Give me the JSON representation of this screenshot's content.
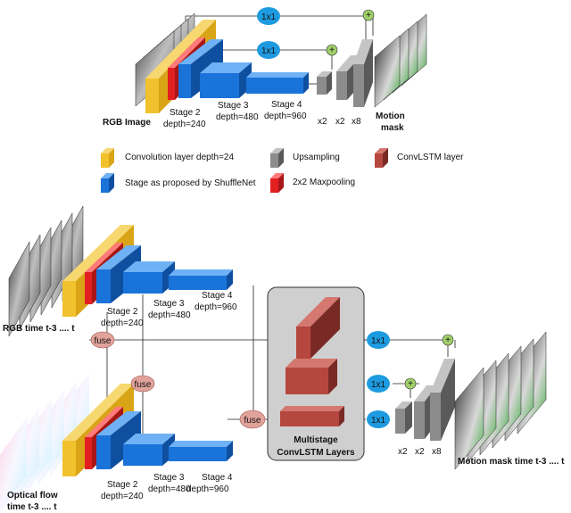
{
  "top": {
    "input_label": "RGB Image",
    "output_label": [
      "Motion",
      "mask"
    ],
    "stages": [
      {
        "name": "Stage 2",
        "depth": "depth=240"
      },
      {
        "name": "Stage 3",
        "depth": "depth=480"
      },
      {
        "name": "Stage 4",
        "depth": "depth=960"
      }
    ],
    "skip_labels": [
      "1x1",
      "1x1"
    ],
    "upsample_labels": [
      "x2",
      "x2",
      "x8"
    ],
    "plus": "+"
  },
  "legend": {
    "conv": "Convolution layer depth=24",
    "upsampling": "Upsampling",
    "convlstm": "ConvLSTM layer",
    "stage": "Stage as proposed by ShuffleNet",
    "maxpool": "2x2 Maxpooling"
  },
  "bottom": {
    "rgb_label": "RGB time t-3 .... t",
    "flow_label": [
      "Optical flow",
      "time t-3 .... t"
    ],
    "rgb_stages": [
      {
        "name": "Stage 2",
        "depth": "depth=240"
      },
      {
        "name": "Stage 3",
        "depth": "depth=480"
      },
      {
        "name": "Stage 4",
        "depth": "depth=960"
      }
    ],
    "flow_stages": [
      {
        "name": "Stage 2",
        "depth": "depth=240"
      },
      {
        "name": "Stage 3",
        "depth": "depth=480"
      },
      {
        "name": "Stage 4",
        "depth": "depth=960"
      }
    ],
    "fuse_labels": [
      "fuse",
      "fuse",
      "fuse"
    ],
    "skip_labels": [
      "1x1",
      "1x1",
      "1x1"
    ],
    "convlstm_label": [
      "Multistage",
      "ConvLSTM Layers"
    ],
    "upsample_labels": [
      "x2",
      "x2",
      "x8"
    ],
    "output_label": "Motion mask time t-3 .... t",
    "plus": "+"
  },
  "colors": {
    "conv": "#f2c12e",
    "stage": "#1a73d9",
    "maxpool": "#e32020",
    "upsampling": "#8c8c8c",
    "convlstm": "#b5473f",
    "skip": "#1e9be0",
    "fuse": "#e0a29a",
    "plus": "#9fcf6a",
    "panel": "#cfcfcf"
  }
}
